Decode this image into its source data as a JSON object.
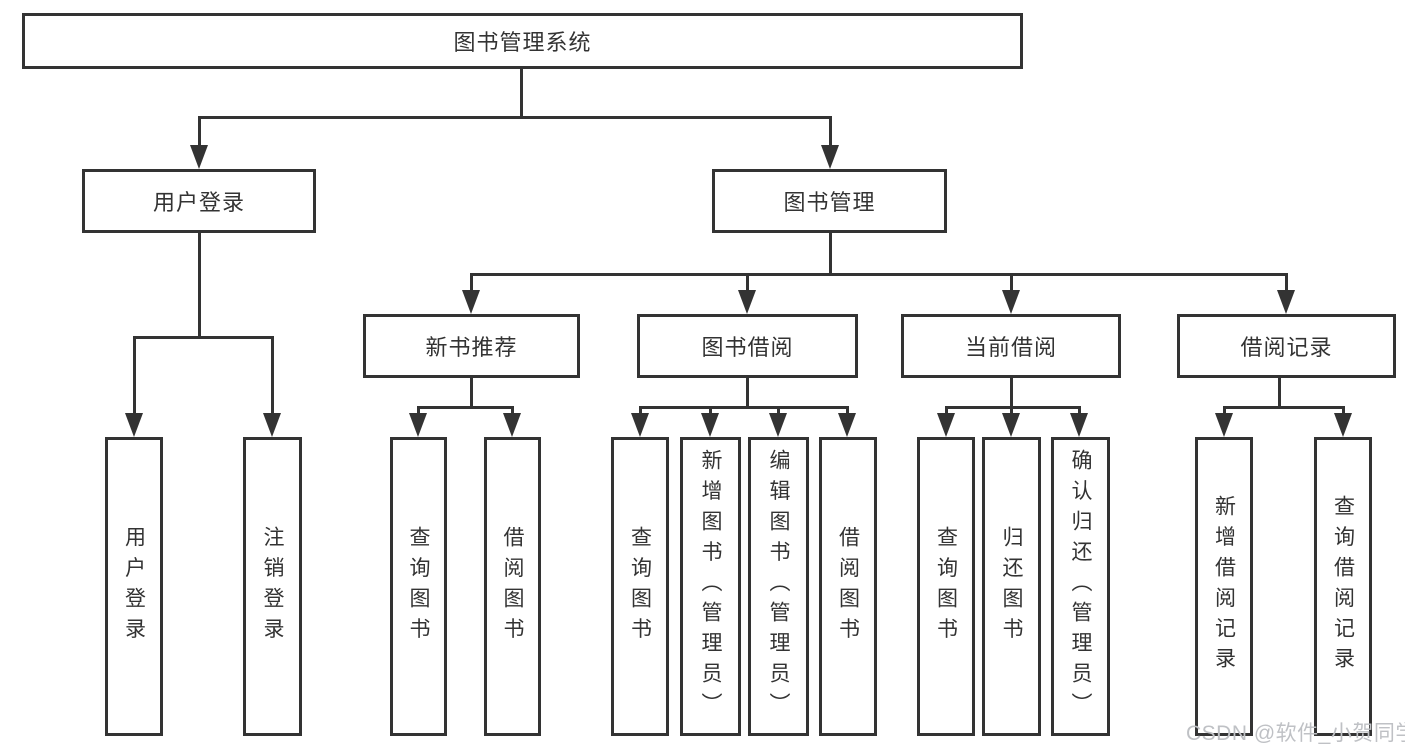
{
  "diagram": {
    "root": "图书管理系统",
    "level2": [
      "用户登录",
      "图书管理"
    ],
    "level3": [
      "新书推荐",
      "图书借阅",
      "当前借阅",
      "借阅记录"
    ],
    "leaves": {
      "user_login": [
        "用户登录",
        "注销登录"
      ],
      "new_books": [
        "查询图书",
        "借阅图书"
      ],
      "borrow": [
        "查询图书",
        "新增图书（管理员）",
        "编辑图书（管理员）",
        "借阅图书"
      ],
      "current": [
        "查询图书",
        "归还图书",
        "确认归还（管理员）"
      ],
      "records": [
        "新增借阅记录",
        "查询借阅记录"
      ]
    }
  },
  "watermark": "CSDN @软件_小贺同学",
  "colors": {
    "line": "#333333",
    "box_background": "#ffffff",
    "watermark": "#bfc1c5",
    "page_background": "#ffffff"
  }
}
